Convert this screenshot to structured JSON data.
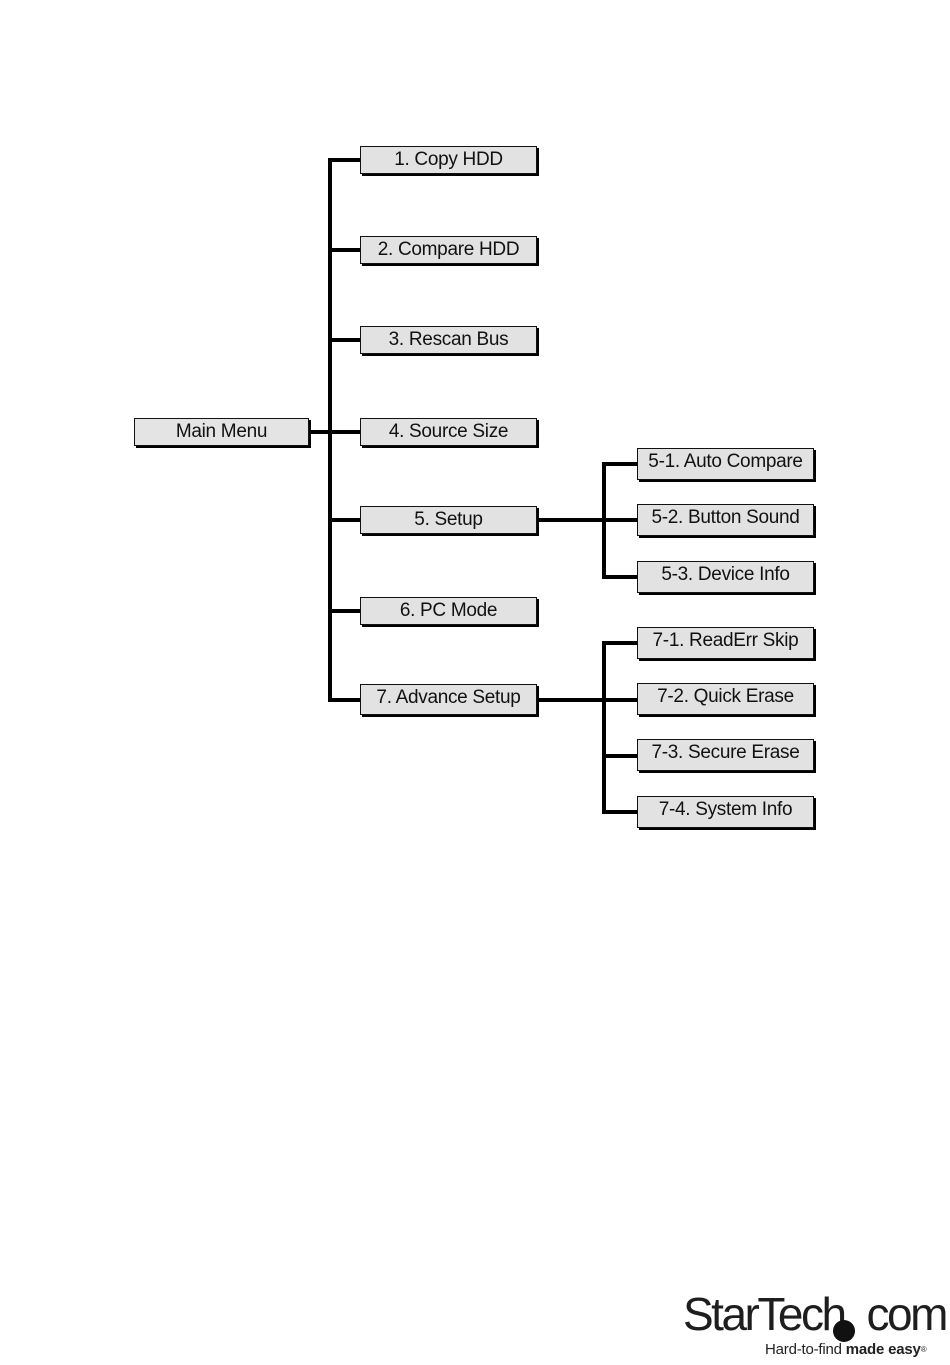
{
  "menu_tree": {
    "root": {
      "label": "Main Menu"
    },
    "items": [
      {
        "label": "1. Copy HDD"
      },
      {
        "label": "2. Compare HDD"
      },
      {
        "label": "3. Rescan Bus"
      },
      {
        "label": "4. Source Size"
      },
      {
        "label": "5. Setup",
        "children": [
          {
            "label": "5-1. Auto Compare"
          },
          {
            "label": "5-2. Button Sound"
          },
          {
            "label": "5-3. Device Info"
          }
        ]
      },
      {
        "label": "6. PC Mode"
      },
      {
        "label": "7. Advance Setup",
        "children": [
          {
            "label": "7-1. ReadErr Skip"
          },
          {
            "label": "7-2. Quick Erase"
          },
          {
            "label": "7-3. Secure Erase"
          },
          {
            "label": "7-4. System Info"
          }
        ]
      }
    ]
  },
  "logo": {
    "wordmark_start": "StarTech",
    "wordmark_end": "com",
    "tagline_light": "Hard-to-find",
    "tagline_bold": "made easy",
    "tagline_mark": "®"
  },
  "colors": {
    "box_fill": "#e2e2e2",
    "line": "#000000",
    "text": "#111111"
  }
}
